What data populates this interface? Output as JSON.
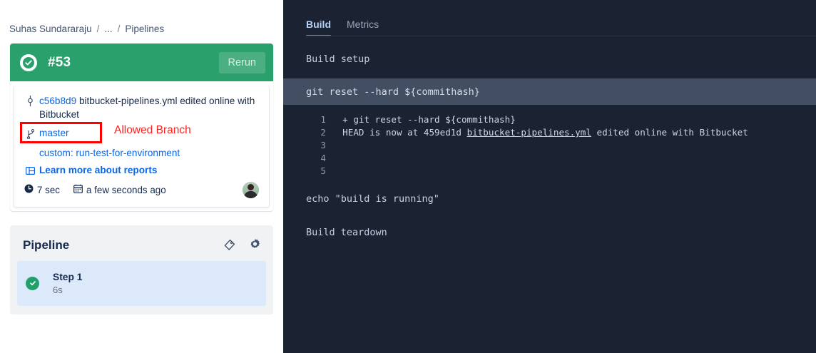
{
  "breadcrumb": {
    "items": [
      {
        "label": "Suhas Sundararaju",
        "link": true
      },
      {
        "label": "...",
        "link": true
      },
      {
        "label": "Pipelines",
        "link": true
      }
    ],
    "separator": "/"
  },
  "result": {
    "status_icon": "check-circle-icon",
    "build_number": "#53",
    "rerun_label": "Rerun",
    "header_color": "#2aa06c",
    "commit": {
      "icon": "commit-icon",
      "hash": "c56b8d9",
      "message": "bitbucket-pipelines.yml edited online with Bitbucket"
    },
    "branch": {
      "icon": "branch-icon",
      "name": "master"
    },
    "annotation": {
      "label": "Allowed Branch",
      "color": "#ff0000"
    },
    "custom_pipeline": "custom: run-test-for-environment",
    "reports_link": {
      "icon": "report-icon",
      "label": "Learn more about reports"
    },
    "duration": {
      "icon": "clock-icon",
      "value": "7 sec"
    },
    "timestamp": {
      "icon": "calendar-icon",
      "value": "a few seconds ago"
    },
    "avatar": "user-avatar"
  },
  "pipeline": {
    "title": "Pipeline",
    "actions": [
      {
        "name": "tag-icon"
      },
      {
        "name": "gear-icon"
      }
    ],
    "steps": [
      {
        "name": "Step 1",
        "duration": "6s",
        "status": "success",
        "selected": true
      }
    ]
  },
  "log_panel": {
    "tabs": [
      {
        "label": "Build",
        "active": true
      },
      {
        "label": "Metrics",
        "active": false
      }
    ],
    "setup_title": "Build setup",
    "command": "git reset --hard ${commithash}",
    "lines": [
      {
        "n": "1",
        "pre": "  + git reset --hard ${commithash}",
        "link": "",
        "post": ""
      },
      {
        "n": "2",
        "pre": "  HEAD is now at 459ed1d ",
        "link": "bitbucket-pipelines.yml",
        "post": " edited online with Bitbucket"
      },
      {
        "n": "3",
        "pre": "",
        "link": "",
        "post": ""
      },
      {
        "n": "4",
        "pre": "",
        "link": "",
        "post": ""
      },
      {
        "n": "5",
        "pre": "",
        "link": "",
        "post": ""
      }
    ],
    "echo_command": "echo \"build is running\"",
    "teardown_title": "Build teardown"
  }
}
